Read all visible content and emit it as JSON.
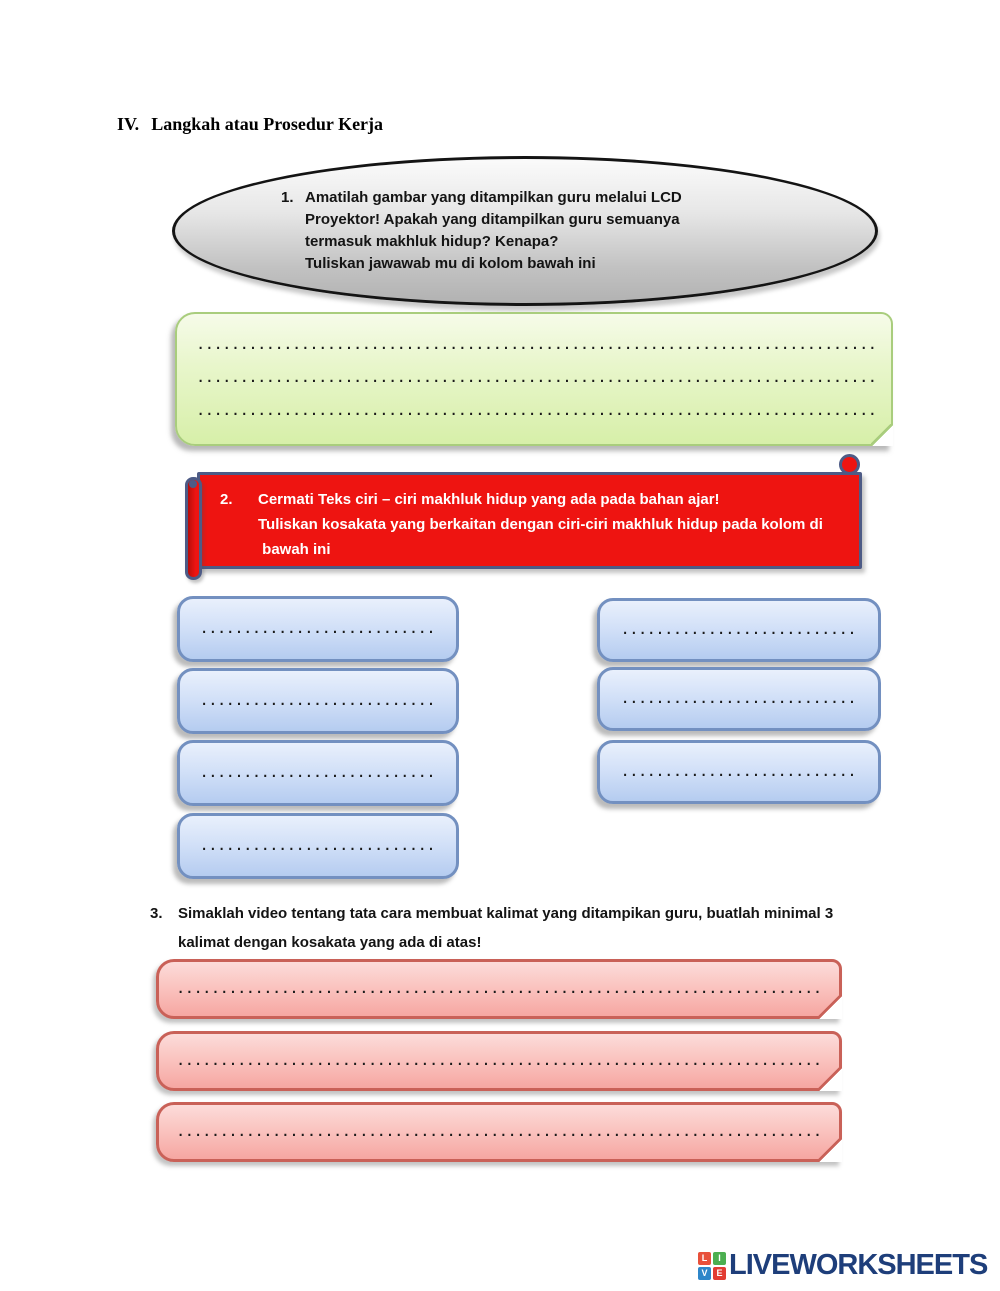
{
  "page": {
    "title_number": "IV.",
    "title": "Langkah atau Prosedur Kerja"
  },
  "step1": {
    "number": "1.",
    "text": "Amatilah gambar yang ditampilkan guru melalui LCD\nProyektor! Apakah yang ditampilkan guru semuanya\ntermasuk makhluk hidup? Kenapa?\nTuliskan jawawab mu di kolom bawah ini"
  },
  "step2": {
    "number": "2.",
    "text": "Cermati Teks ciri – ciri makhluk hidup yang ada pada bahan ajar!\nTuliskan kosakata yang berkaitan dengan ciri-ciri makhluk hidup pada kolom di\n bawah ini"
  },
  "step3": {
    "number": "3.",
    "text": "Simaklah video tentang tata cara membuat kalimat yang ditampikan guru, buatlah minimal 3\nkalimat dengan kosakata yang ada di atas!"
  },
  "dots": {
    "long": "..........................................................................................................................................................................................................................",
    "medium": "............................................................"
  },
  "colors": {
    "ellipse_fill": "#c2c2c2",
    "green_fill": "#d7efa9",
    "green_border": "#a9cd7d",
    "scroll_fill": "#ee1411",
    "scroll_border": "#4d5b86",
    "blue_fill": "#b5ccf0",
    "blue_border": "#7390c0",
    "pink_fill": "#f6a7a2",
    "pink_border": "#c96158",
    "brand_color": "#1e3e7a"
  },
  "footer": {
    "logo_tiles": [
      {
        "letter": "L",
        "color": "#e8503a"
      },
      {
        "letter": "I",
        "color": "#4caf50"
      },
      {
        "letter": "V",
        "color": "#2e86c9"
      },
      {
        "letter": "E",
        "color": "#e23c33"
      }
    ],
    "brand": "LIVEWORKSHEETS"
  }
}
